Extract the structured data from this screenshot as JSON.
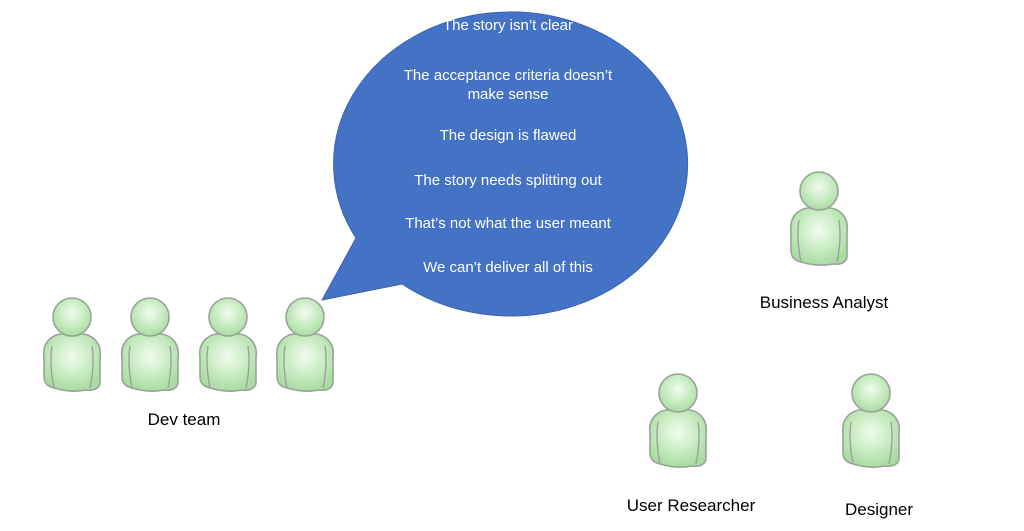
{
  "diagram": {
    "speech_bubble": {
      "fill_color": "#4472c4",
      "text_color": "#ffffff",
      "lines": [
        "The story isn’t clear",
        "The acceptance criteria doesn’t",
        "make sense",
        "The design is flawed",
        "The story needs splitting out",
        "That’s not what the user meant",
        "We can’t deliver all of this"
      ]
    },
    "groups": [
      {
        "label": "Dev team",
        "icon": "person-icon",
        "count": 4
      },
      {
        "label": "Business Analyst",
        "icon": "person-icon",
        "count": 1
      },
      {
        "label": "User Researcher",
        "icon": "person-icon",
        "count": 1
      },
      {
        "label": "Designer",
        "icon": "person-icon",
        "count": 1
      }
    ],
    "person_colors": {
      "fill_light": "#e2f5de",
      "fill_dark": "#a9dca1",
      "outline": "#9aa39a"
    }
  }
}
